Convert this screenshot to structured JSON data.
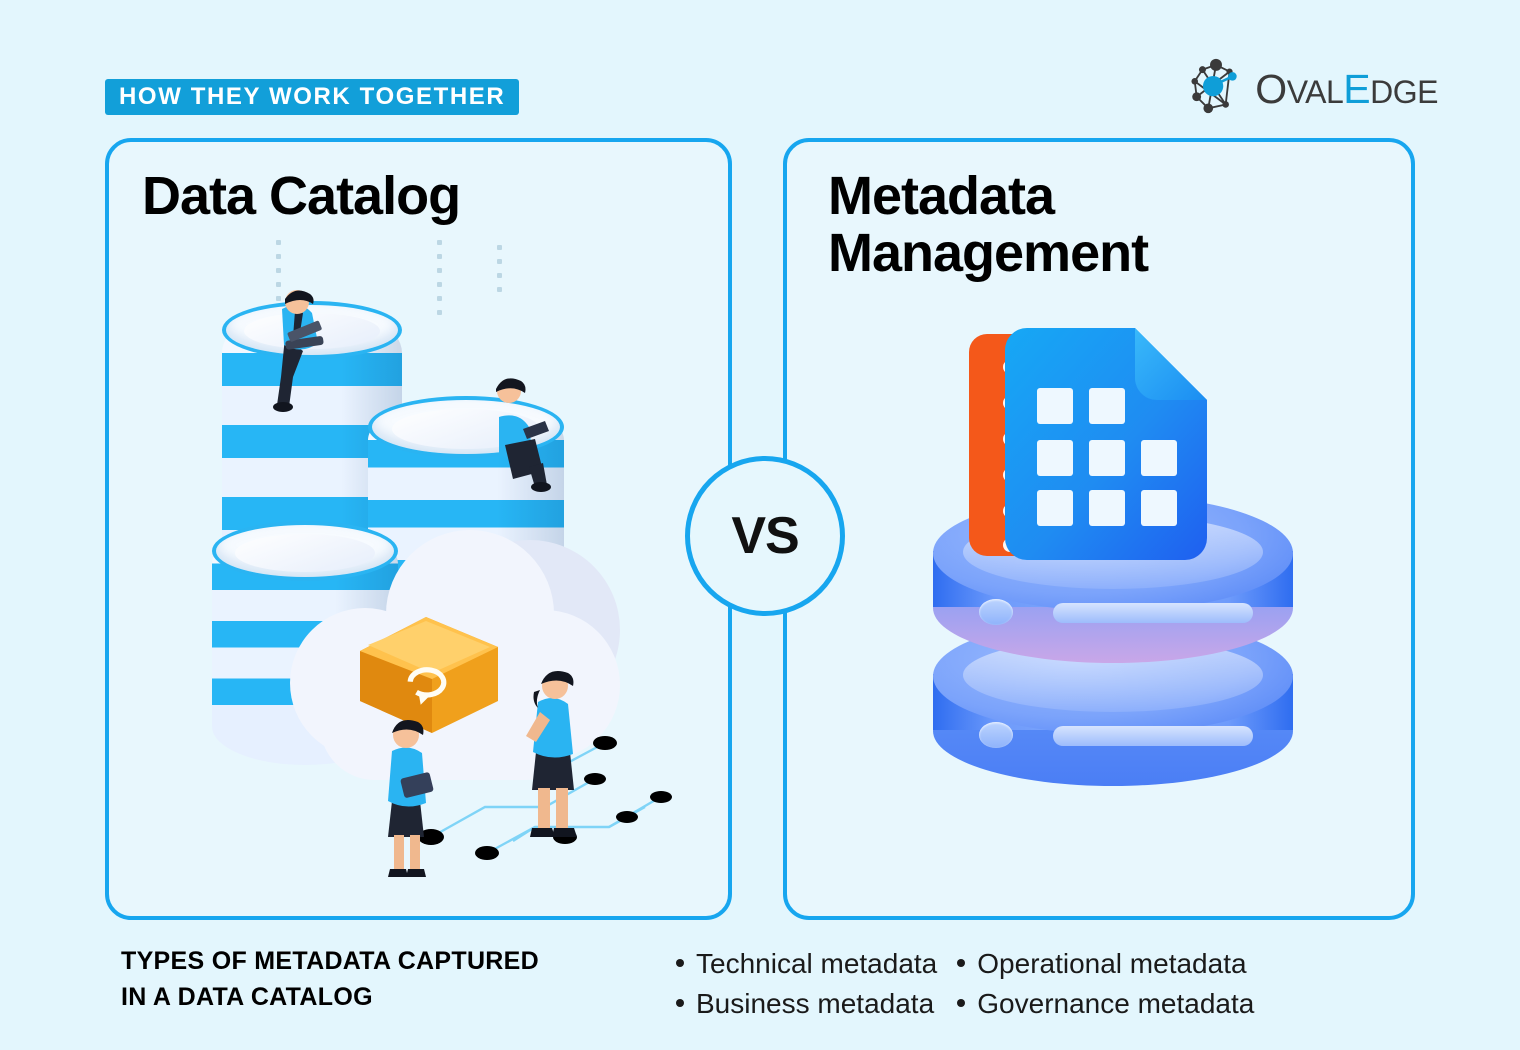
{
  "header": {
    "badge_label": "HOW THEY WORK TOGETHER",
    "badge_color": "#129fd9"
  },
  "logo": {
    "icon": "network-nodes-icon",
    "text_part1": "O",
    "text_part2": "VAL",
    "text_part3": "E",
    "text_part4": "DGE",
    "brand_blue": "#0f9ed8",
    "brand_dark": "#3b3b3b"
  },
  "panels": {
    "left": {
      "title": "Data Catalog",
      "illustration": "database-cylinders-cloud-folder-people"
    },
    "right": {
      "title": "Metadata\nManagement",
      "illustration": "document-grid-icon-on-database-server"
    },
    "border_color": "#17a6ef",
    "fill_color": "#e8f7fd"
  },
  "versus": {
    "label": "VS",
    "circle_border_color": "#17a6ef"
  },
  "footer": {
    "caption": "TYPES OF METADATA CAPTURED\nIN A DATA CATALOG",
    "bullets_column_1": [
      "Technical metadata",
      "Business metadata"
    ],
    "bullets_column_2": [
      "Operational metadata",
      "Governance metadata"
    ]
  },
  "theme": {
    "page_background": "#e3f6fd",
    "accent_blue": "#17a6ef",
    "folder_orange": "#f5a623",
    "doc_orange": "#f4581a",
    "text_black": "#000000"
  }
}
